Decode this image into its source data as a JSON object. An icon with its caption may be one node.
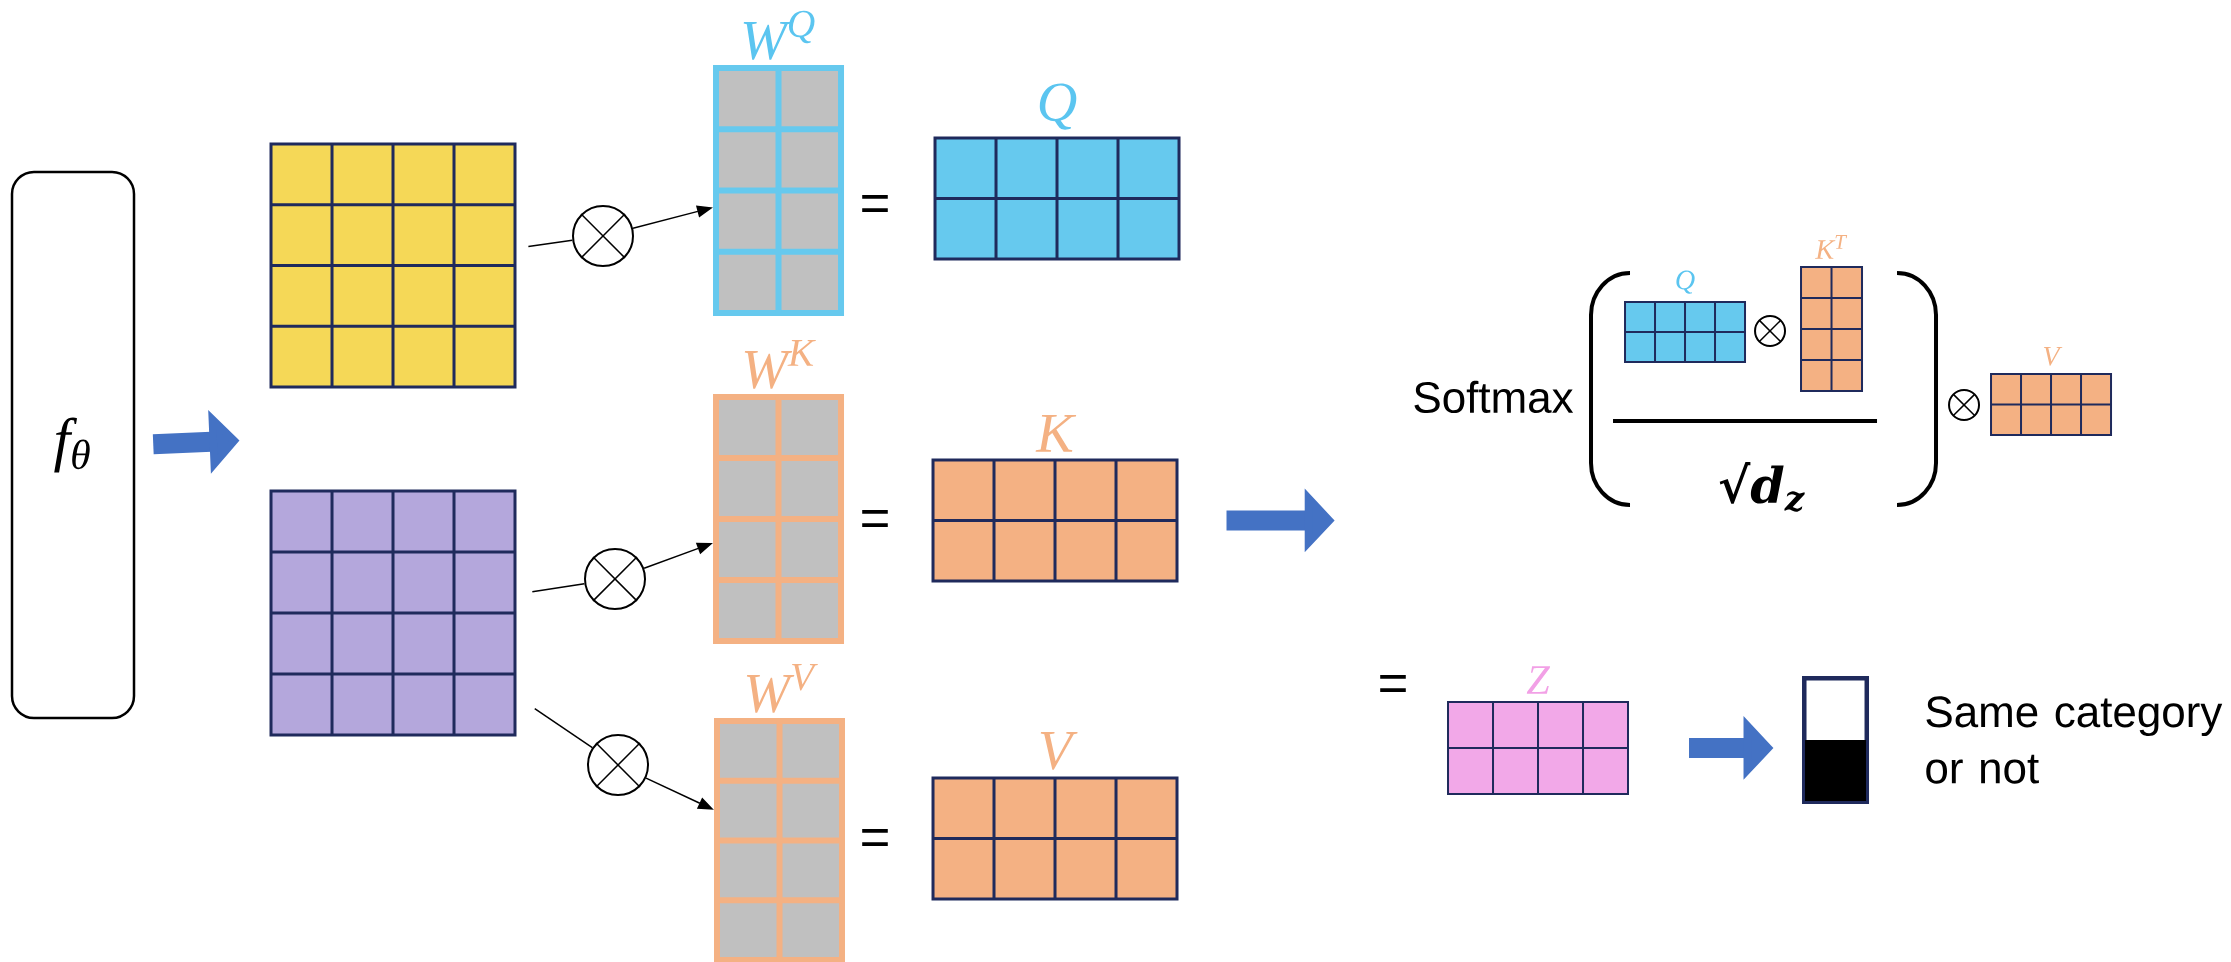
{
  "diagram": {
    "nodes": [
      {
        "text": [
          "f$_{θ}$"
        ]
      },
      {
        "text": [],
        "shape": "box"
      },
      {
        "text": [],
        "shape": "box"
      },
      {
        "text": [],
        "shape": "circle"
      },
      {
        "text": [
          "W$^{Q}$"
        ]
      },
      {
        "text": [],
        "shape": "circle"
      },
      {
        "text": [
          "W$^{K}$"
        ]
      },
      {
        "text": [],
        "shape": "circle"
      },
      {
        "text": [
          "W$^{V}$"
        ]
      },
      {
        "text": [
          "Q"
        ]
      },
      {
        "text": [
          "K"
        ]
      },
      {
        "text": [
          "V"
        ]
      },
      {
        "text": [
          "Softmax"
        ]
      },
      {
        "text": [
          "Q"
        ]
      },
      {
        "text": [
          "K$^{T}$"
        ]
      },
      {
        "text": [
          "V"
        ]
      },
      {
        "text": [
          "Z"
        ]
      },
      {
        "text": [],
        "shape": "box",
        "beside": [
          "Same category or not"
        ]
      }
    ],
    "edges": [
      {
        "from": 0,
        "to": 1,
        "arrow": "to",
        "style": "thick",
        "color": "#4472c4"
      },
      {
        "from": 0,
        "to": 2,
        "arrow": "to",
        "style": "thick",
        "color": "#4472c4"
      },
      {
        "from": 1,
        "to": 3,
        "arrow": "none"
      },
      {
        "from": 3,
        "to": 4,
        "arrow": "to"
      },
      {
        "from": 2,
        "to": 5,
        "arrow": "none"
      },
      {
        "from": 5,
        "to": 6,
        "arrow": "to"
      },
      {
        "from": 2,
        "to": 7,
        "arrow": "none"
      },
      {
        "from": 7,
        "to": 8,
        "arrow": "to"
      },
      {
        "from": 10,
        "to": 12,
        "arrow": "to",
        "style": "thick",
        "color": "#4472c4"
      },
      {
        "from": 16,
        "to": 17,
        "arrow": "to",
        "style": "thick",
        "color": "#4472c4"
      }
    ],
    "labels": [
      "=",
      "=",
      "=",
      "√d$_{z}$",
      "="
    ]
  }
}
